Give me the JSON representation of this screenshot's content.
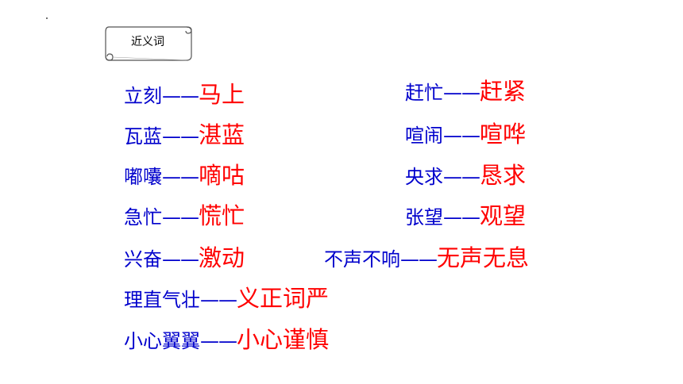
{
  "header": {
    "title": "近义词"
  },
  "pairs": [
    {
      "word": "立刻",
      "dash": "—— ",
      "synonym": "马上"
    },
    {
      "word": "赶忙",
      "dash": "—— ",
      "synonym": "赶紧"
    },
    {
      "word": "瓦蓝",
      "dash": "——",
      "synonym": "湛蓝"
    },
    {
      "word": "喧闹",
      "dash": "——",
      "synonym": "喧哗"
    },
    {
      "word": "嘟囔",
      "dash": "—— ",
      "synonym": "嘀咕"
    },
    {
      "word": "央求",
      "dash": "——",
      "synonym": "恳求"
    },
    {
      "word": "急忙",
      "dash": "—— ",
      "synonym": "慌忙"
    },
    {
      "word": "张望",
      "dash": "——",
      "synonym": "观望"
    },
    {
      "word": "兴奋",
      "dash": "——",
      "synonym": "激动"
    },
    {
      "word": "不声不响",
      "dash": "—— ",
      "synonym": "无声无息"
    },
    {
      "word": "理直气壮",
      "dash": "——",
      "synonym": "义正词严"
    },
    {
      "word": "小心翼翼",
      "dash": "——",
      "synonym": "小心谨慎"
    }
  ],
  "colors": {
    "word": "#0000cc",
    "synonym": "#ff0000"
  }
}
